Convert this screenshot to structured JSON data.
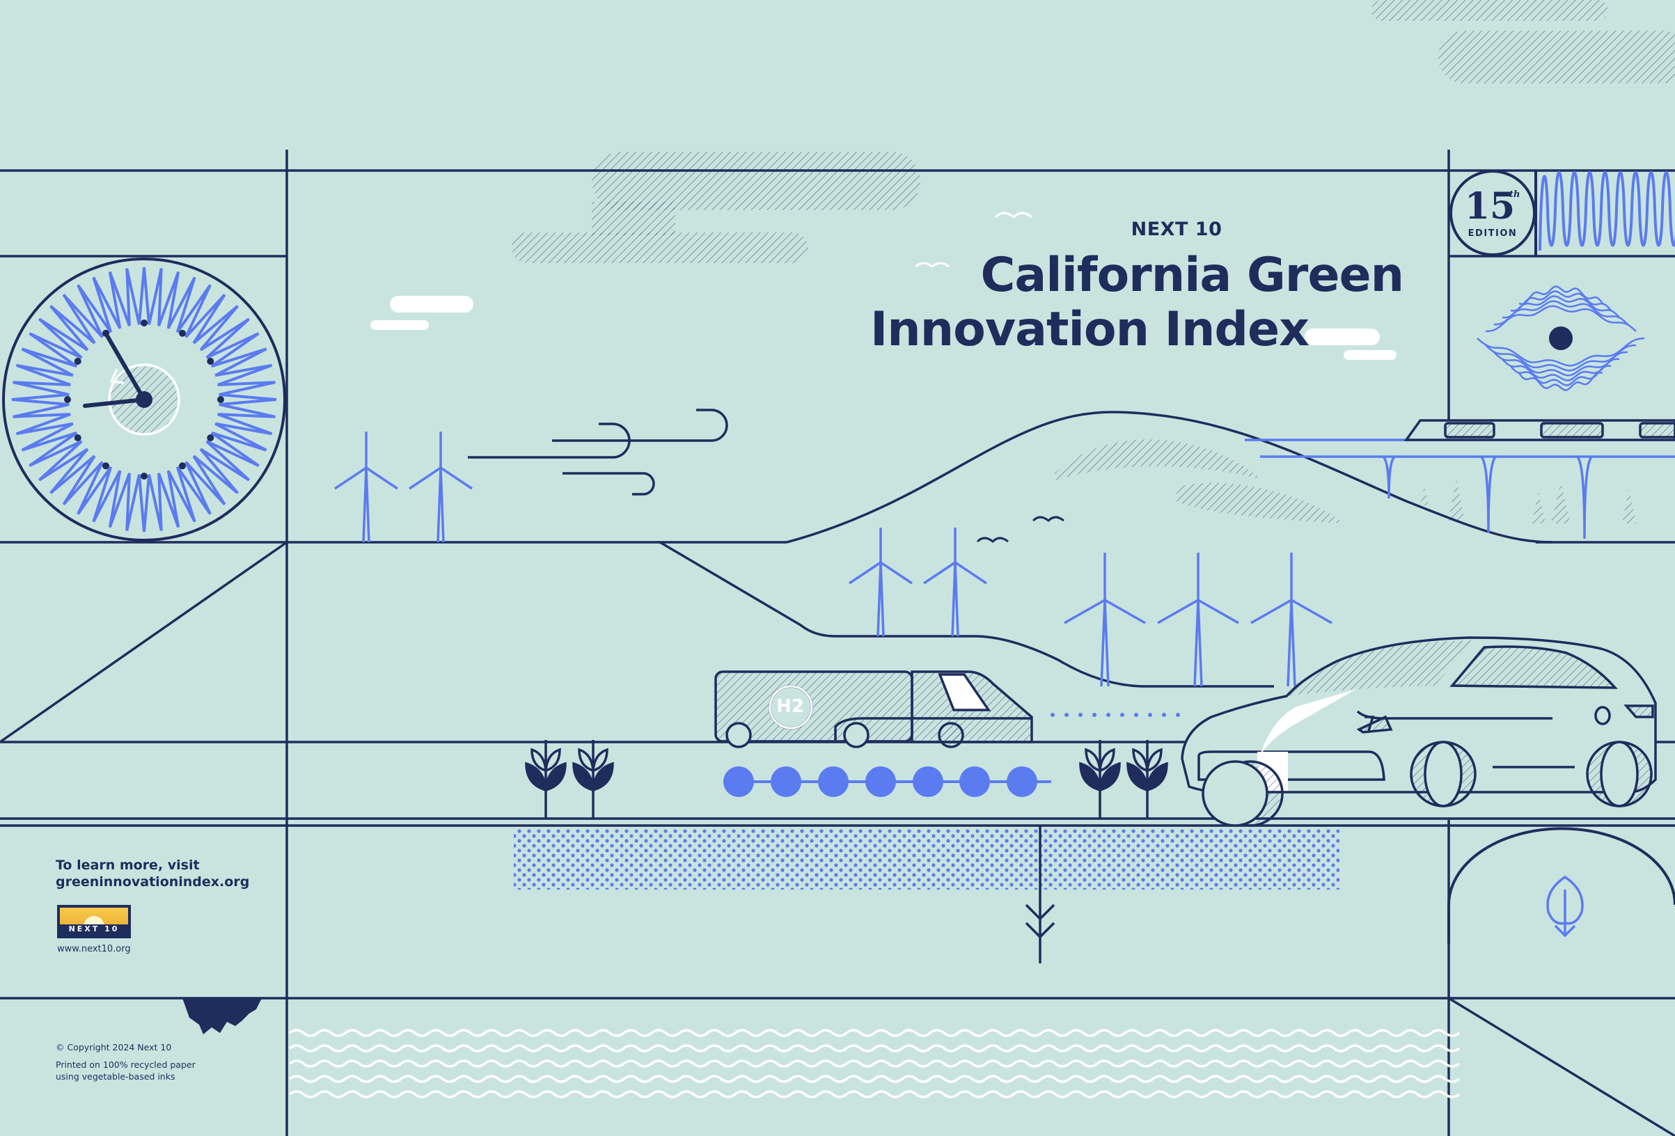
{
  "brand": {
    "kicker": "NEXT 10",
    "logo_text": "NEXT 10",
    "website": "www.next10.org"
  },
  "title": {
    "line1": "California Green",
    "line2": "Innovation Index"
  },
  "edition": {
    "number": "15",
    "suffix": "th",
    "label": "EDITION"
  },
  "truck": {
    "label": "H2"
  },
  "learn_more": {
    "line1": "To learn more, visit",
    "line2": "greeninnovationindex.org"
  },
  "footer": {
    "copyright": "© Copyright 2024 Next 10",
    "print_line1": "Printed on 100% recycled paper",
    "print_line2": "using vegetable-based inks"
  },
  "colors": {
    "background": "#c9e4df",
    "navy": "#1e2d5c",
    "blue": "#5b7bf0",
    "white": "#ffffff",
    "gold": "#f7c948"
  },
  "icons": [
    "clock-icon",
    "wind-turbine-icon",
    "eye-icon",
    "leaf-icon",
    "wheat-icon",
    "arrow-down-icon",
    "wind-gust-icon",
    "bird-icon",
    "cloud-icon"
  ]
}
